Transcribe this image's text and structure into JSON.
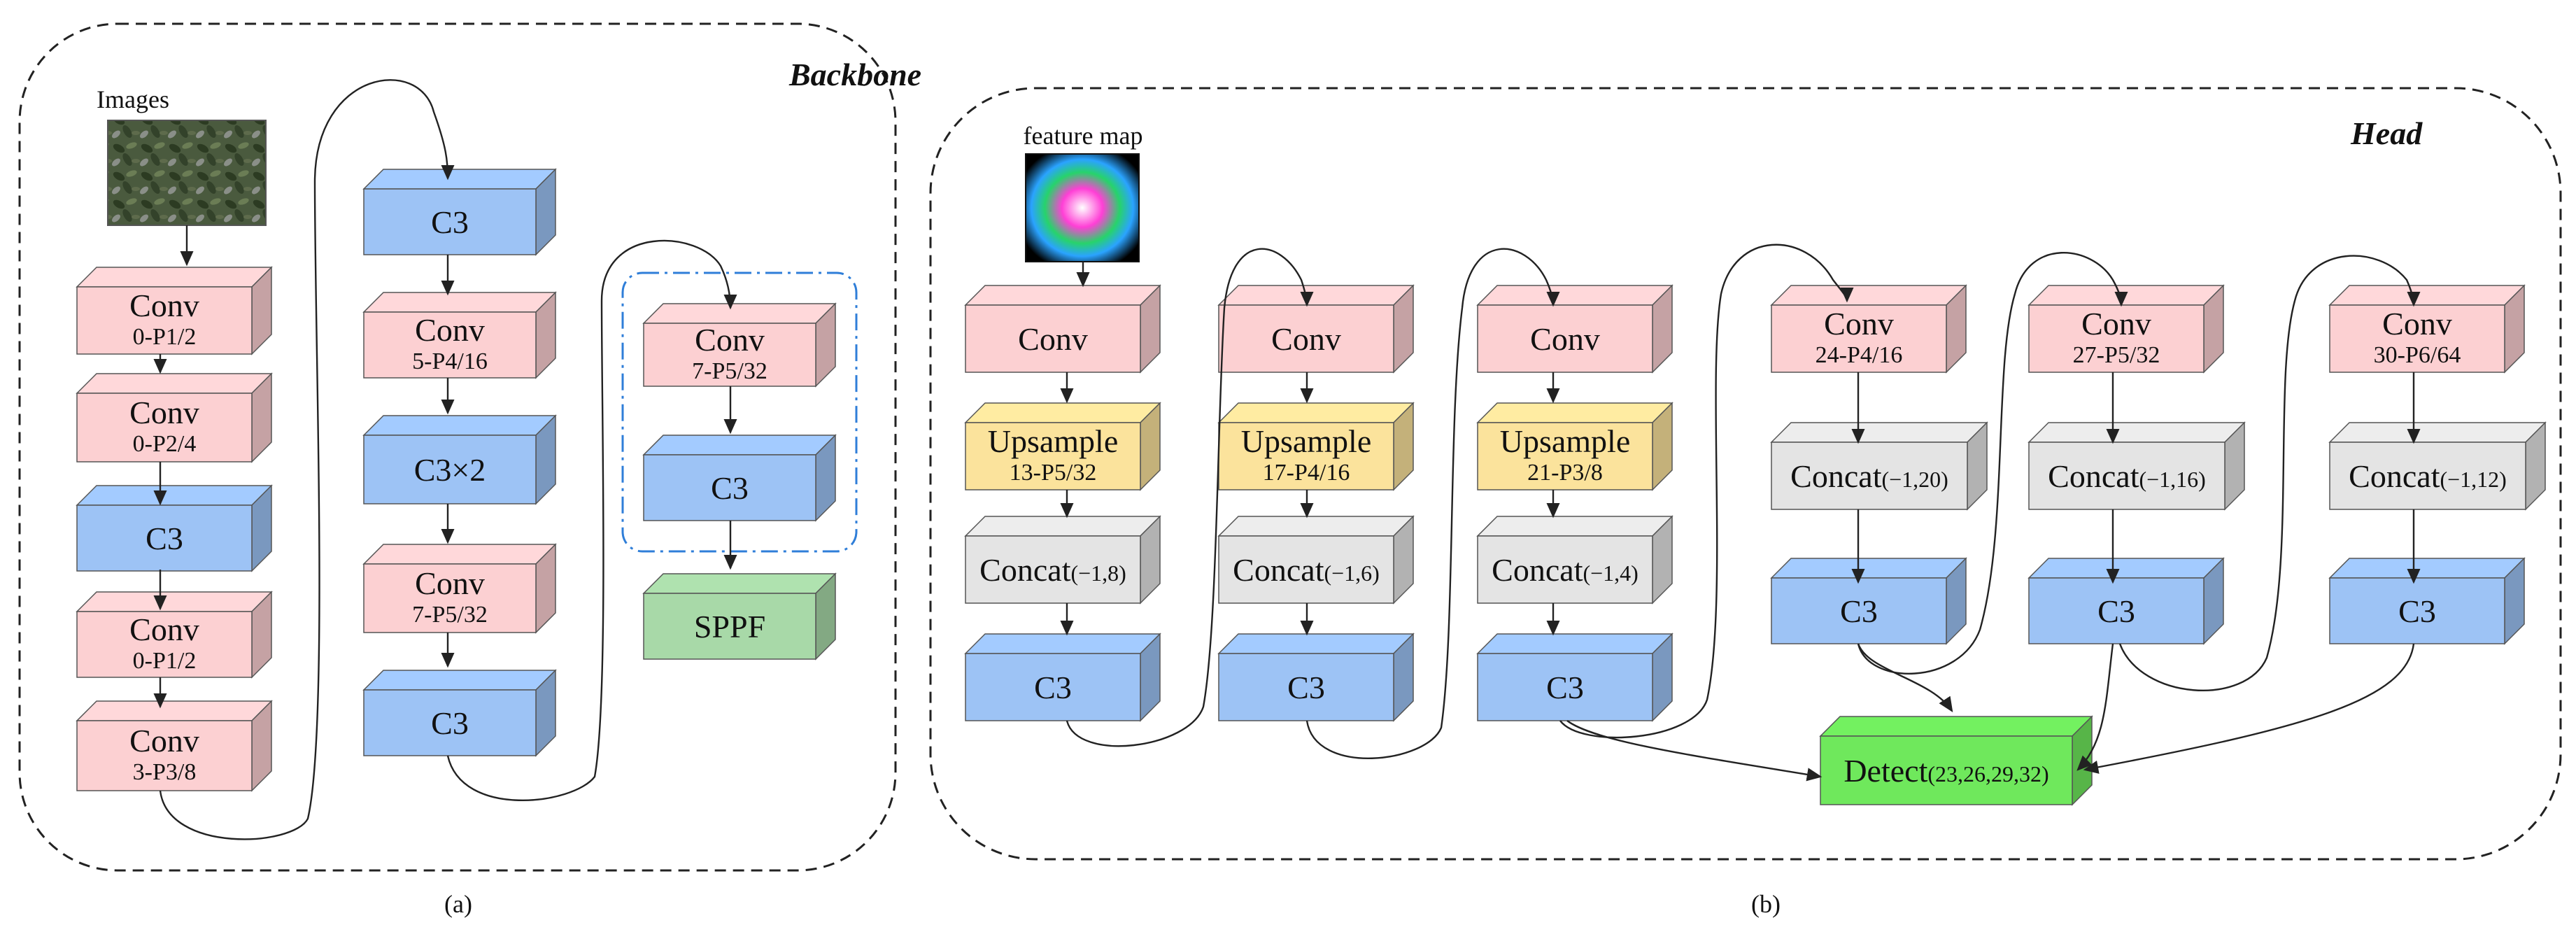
{
  "backbone": {
    "title": "Backbone",
    "input_label": "Images",
    "caption": "(a)",
    "blocks": {
      "b_conv1": {
        "label": "Conv",
        "sub": "0-P1/2"
      },
      "b_conv2": {
        "label": "Conv",
        "sub": "0-P2/4"
      },
      "b_c3_1": {
        "label": "C3"
      },
      "b_conv3": {
        "label": "Conv",
        "sub": "0-P1/2"
      },
      "b_conv4": {
        "label": "Conv",
        "sub": "3-P3/8"
      },
      "b_c3_2": {
        "label": "C3"
      },
      "b_conv5": {
        "label": "Conv",
        "sub": "5-P4/16"
      },
      "b_c3x2": {
        "label": "C3×2"
      },
      "b_conv6": {
        "label": "Conv",
        "sub": "7-P5/32"
      },
      "b_c3_3": {
        "label": "C3"
      },
      "b_conv7": {
        "label": "Conv",
        "sub": "7-P5/32"
      },
      "b_c3_4": {
        "label": "C3"
      },
      "b_sppf": {
        "label": "SPPF"
      }
    }
  },
  "head": {
    "title": "Head",
    "input_label": "feature map",
    "caption": "(b)",
    "blocks": {
      "h_conv1": {
        "label": "Conv"
      },
      "h_up1": {
        "label": "Upsample",
        "sub": "13-P5/32"
      },
      "h_cat1": {
        "label": "Concat",
        "sub": "(−1,8)"
      },
      "h_c3_1": {
        "label": "C3"
      },
      "h_conv2": {
        "label": "Conv"
      },
      "h_up2": {
        "label": "Upsample",
        "sub": "17-P4/16"
      },
      "h_cat2": {
        "label": "Concat",
        "sub": "(−1,6)"
      },
      "h_c3_2": {
        "label": "C3"
      },
      "h_conv3": {
        "label": "Conv"
      },
      "h_up3": {
        "label": "Upsample",
        "sub": "21-P3/8"
      },
      "h_cat3": {
        "label": "Concat",
        "sub": "(−1,4)"
      },
      "h_c3_3": {
        "label": "C3"
      },
      "h_conv4": {
        "label": "Conv",
        "sub": "24-P4/16"
      },
      "h_cat4": {
        "label": "Concat",
        "sub": "(−1,20)"
      },
      "h_c3_4": {
        "label": "C3"
      },
      "h_conv5": {
        "label": "Conv",
        "sub": "27-P5/32"
      },
      "h_cat5": {
        "label": "Concat",
        "sub": "(−1,16)"
      },
      "h_c3_5": {
        "label": "C3"
      },
      "h_conv6": {
        "label": "Conv",
        "sub": "30-P6/64"
      },
      "h_cat6": {
        "label": "Concat",
        "sub": "(−1,12)"
      },
      "h_c3_6": {
        "label": "C3"
      },
      "h_detect": {
        "label": "Detect",
        "sub": "(23,26,29,32)"
      }
    }
  },
  "colors": {
    "conv": "#fcd0d2",
    "c3": "#9dc3f5",
    "upsample": "#fbe39c",
    "concat": "#e4e4e4",
    "sppf": "#a8d9a8",
    "detect": "#6fe85c",
    "border": "#222222",
    "dashdot": "#2f7ed8"
  }
}
